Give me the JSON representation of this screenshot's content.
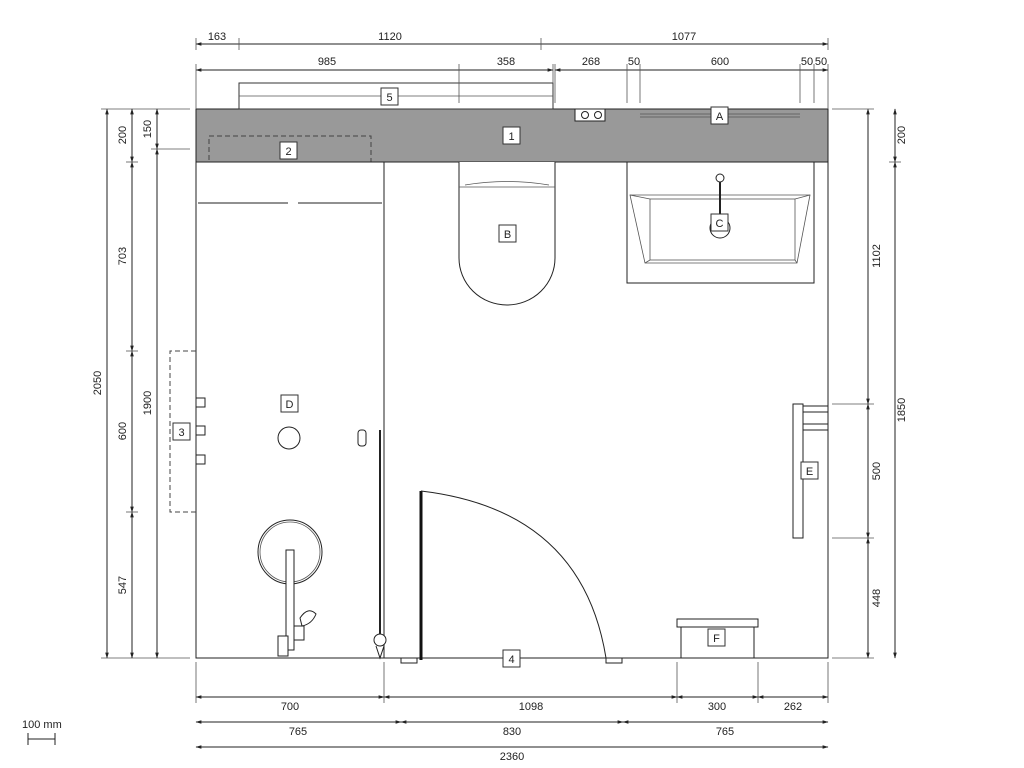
{
  "plan": {
    "scale_label": "100 mm",
    "labels": {
      "1": "1",
      "2": "2",
      "3": "3",
      "4": "4",
      "5": "5",
      "A": "A",
      "B": "B",
      "C": "C",
      "D": "D",
      "E": "E",
      "F": "F"
    },
    "dims": {
      "top1": [
        "163",
        "1120",
        "1077"
      ],
      "top2": [
        "985",
        "358",
        "268",
        "50",
        "600",
        "50",
        "50"
      ],
      "bottom1": [
        "700",
        "1098",
        "300",
        "262"
      ],
      "bottom2": [
        "765",
        "830",
        "765"
      ],
      "bottom_total": "2360",
      "left_outer": "2050",
      "left_mid": [
        "150",
        "1900"
      ],
      "left_inner": [
        "200",
        "703",
        "600",
        "547"
      ],
      "right_inner": [
        "1102",
        "500",
        "448"
      ],
      "right_outer": [
        "200",
        "1850"
      ]
    },
    "colors": {
      "wall_shelf": "#999999",
      "lines": "#222222"
    }
  }
}
